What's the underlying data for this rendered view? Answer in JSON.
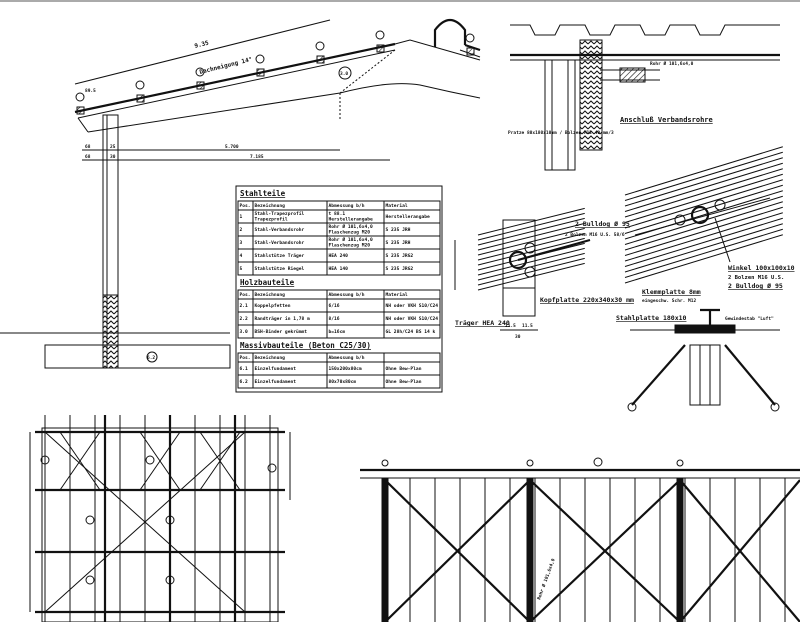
{
  "elevation": {
    "roof_pitch": "Dachneigung 14°",
    "dim_rafter": "9.35",
    "dim_overhang": "89.5",
    "dim_a": "5.700",
    "dim_b": "7.185",
    "dim_c1": "68",
    "dim_c2": "25",
    "dim_d1": "68",
    "dim_d2": "30",
    "pos_beam": "3.0",
    "pos_foundation": "6.2"
  },
  "table": {
    "sections": [
      {
        "title": "Stahlteile",
        "headers": [
          "Pos.",
          "Bezeichnung",
          "Abmessung b/h",
          "Material"
        ],
        "rows": [
          [
            "1",
            "Stahl-Trapezprofil / Trapezprofil",
            "t 88.1 / Herstellerangabe",
            "Herstellerangabe"
          ],
          [
            "2",
            "Stahl-Verbandsrohr",
            "Rohr Ø 101,6x4,0 / Flaschenzug M20",
            "S 235 JRH"
          ],
          [
            "3",
            "Stahl-Verbandsrohr",
            "Rohr Ø 101,6x4,0 / Flaschenzug M20",
            "S 235 JRH"
          ],
          [
            "4",
            "Stahlstütze Träger",
            "HEA 240",
            "S 235 JRG2"
          ],
          [
            "5",
            "Stahlstütze Riegel",
            "HEA 140",
            "S 235 JRG2"
          ]
        ]
      },
      {
        "title": "Holzbauteile",
        "headers": [
          "Pos.",
          "Bezeichnung",
          "Abmessung b/h",
          "Material"
        ],
        "rows": [
          [
            "2.1",
            "Koppelpfetten",
            "6/16",
            "NH oder VKH S10/C24"
          ],
          [
            "2.2",
            "Randträger in 1,78 m",
            "8/16",
            "NH oder VKH S10/C24"
          ],
          [
            "3.0",
            "BSH-Binder gekrümmt",
            "b=16cm",
            "GL 28h/C24 BS 14 k"
          ]
        ]
      },
      {
        "title": "Massivbauteile (Beton C25/30)",
        "headers": [
          "Pos.",
          "Bezeichnung",
          "Abmessung b/h",
          ""
        ],
        "rows": [
          [
            "6.1",
            "Einzelfundament",
            "150x200x80cm",
            "Ohne Bew-Plan"
          ],
          [
            "6.2",
            "Einzelfundament",
            "80x70x80cm",
            "Ohne Bew-Plan"
          ]
        ]
      }
    ]
  },
  "details": {
    "connection_title": "Anschluß Verbandsrohre",
    "plate_note": "Pratze 80x180x10mm / Bolzen M12 40 mm/3",
    "pipe_note": "Rohr Ø 101,6x4,0",
    "bulldog_1": "2 Bulldog Ø 95",
    "bolts_1": "2 Bolzen M16 U.S. 58/6",
    "head_plate": "Kopfplatte 220x340x30 mm",
    "girder": "Träger HEA 240",
    "dim_width": "30",
    "dim_half1": "11.5",
    "dim_half2": "11.5",
    "angle": "Winkel 100x100x10",
    "bolts_2": "2 Bolzen M16 U.S.",
    "bulldog_2": "2 Bulldog Ø 95",
    "clamp_plate": "Klemmplatte 8mm",
    "clamp_plate_2": "eingeschw. Schr. M12",
    "steel_plate": "Stahlplatte 180x10",
    "thread_rod": "Gewindestab \"Luft\"",
    "bracing_label": "Rohr Ø 101,6x4,0"
  }
}
